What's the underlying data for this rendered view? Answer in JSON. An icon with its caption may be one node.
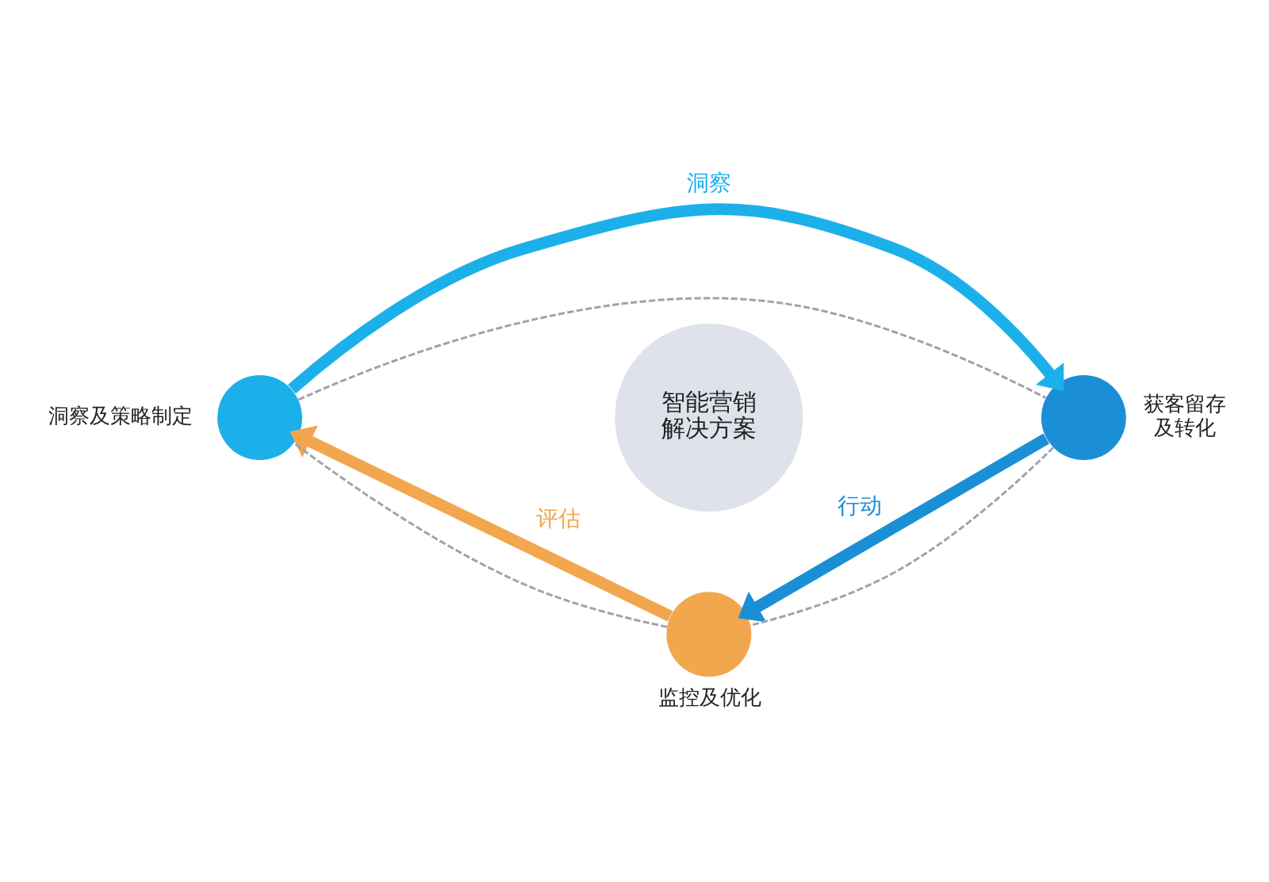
{
  "diagram": {
    "nodes": [
      {
        "text": [],
        "shape": "circle",
        "beside": [
          "洞察及策略制定"
        ]
      },
      {
        "text": [],
        "shape": "circle",
        "beside": [
          "获客留存及转化"
        ]
      },
      {
        "text": [
          "智能营销解决方案"
        ]
      },
      {
        "text": [],
        "shape": "circle",
        "beside": [
          "监控及优化"
        ]
      }
    ],
    "edges": [
      {
        "from": 0,
        "to": 1,
        "arrow": "to",
        "label": "洞察",
        "style": "thick",
        "color": "#1cb0ea"
      },
      {
        "from": 1,
        "to": 3,
        "arrow": "to",
        "label": "行动",
        "style": "thick",
        "color": "#1b8fd6"
      },
      {
        "from": 3,
        "to": 0,
        "arrow": "to",
        "label": "评估",
        "style": "thick",
        "color": "#f2a64e"
      },
      {
        "from": 0,
        "to": 1,
        "arrow": "none",
        "style": "dashed",
        "color": "#9ea3ab"
      },
      {
        "from": 1,
        "to": 3,
        "arrow": "none",
        "style": "dashed",
        "color": "#9ea3ab"
      },
      {
        "from": 3,
        "to": 0,
        "arrow": "none",
        "style": "dashed",
        "color": "#9ea3ab"
      }
    ]
  }
}
